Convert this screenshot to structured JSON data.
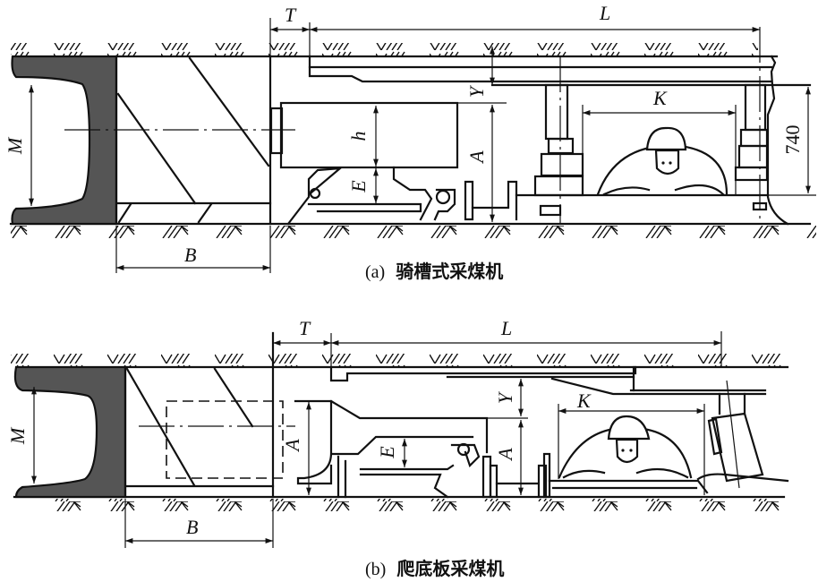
{
  "figure": {
    "panel_a": {
      "caption_tag": "(a)",
      "caption_text": "骑槽式采煤机",
      "dimensions": {
        "M": "M",
        "B": "B",
        "T": "T",
        "L": "L",
        "h": "h",
        "E": "E",
        "A": "A",
        "Y": "Y",
        "K": "K",
        "height_value": "740"
      }
    },
    "panel_b": {
      "caption_tag": "(b)",
      "caption_text": "爬底板采煤机",
      "dimensions": {
        "M": "M",
        "B": "B",
        "T": "T",
        "L": "L",
        "E": "E",
        "A_left": "A",
        "A_right": "A",
        "Y": "Y",
        "K": "K"
      }
    }
  }
}
